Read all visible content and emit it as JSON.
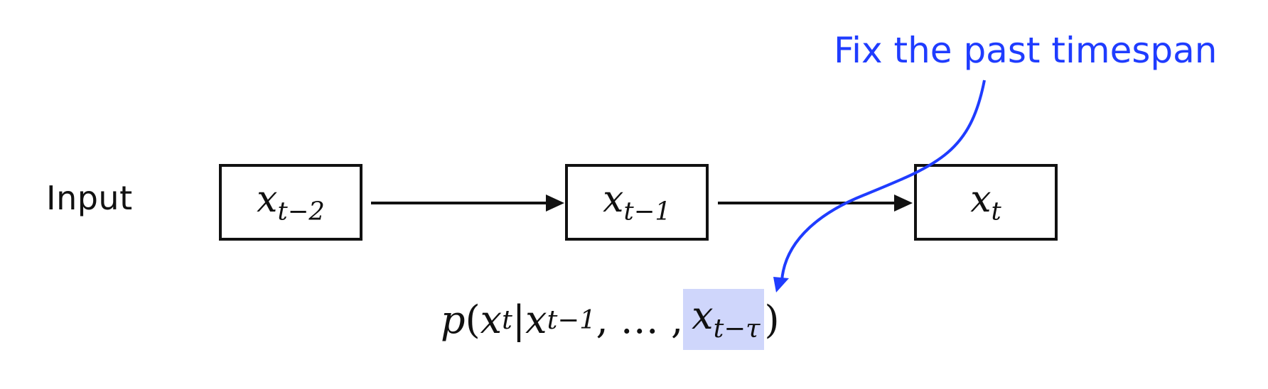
{
  "row_label": "Input",
  "nodes": [
    {
      "var": "x",
      "sub": "t−2"
    },
    {
      "var": "x",
      "sub": "t−1"
    },
    {
      "var": "x",
      "sub": "t"
    }
  ],
  "annotation": "Fix the past timespan",
  "formula": {
    "func": "p",
    "open": "(",
    "target_var": "x",
    "target_sub": "t",
    "bar": "|",
    "cond_var": "x",
    "cond_sub": "t−1",
    "ellipsis": ", … , ",
    "last_var": "x",
    "last_sub": "t−τ",
    "close": ")"
  },
  "colors": {
    "annotation": "#1f3cff",
    "highlight": "#cfd6fb",
    "stroke": "#111111"
  }
}
